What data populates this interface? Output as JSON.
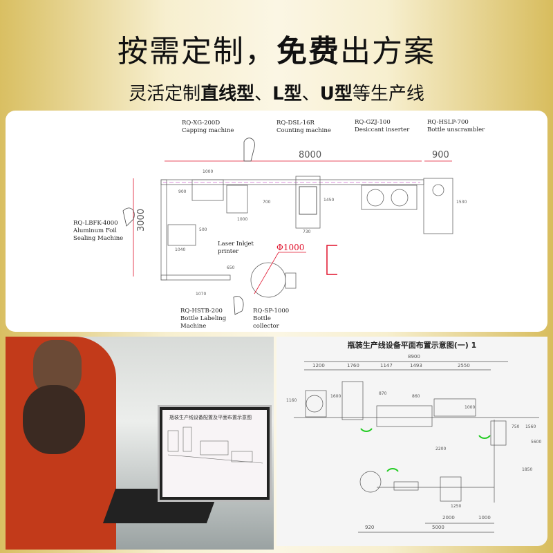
{
  "headline": {
    "part1": "按需定制，",
    "part2": "免费",
    "part3": "出方案"
  },
  "subheadline": {
    "part1": "灵活定制",
    "part2": "直线型",
    "part3": "、",
    "part4": "L型",
    "part5": "、",
    "part6": "U型",
    "part7": "等生产线"
  },
  "layout_drawing": {
    "machines": [
      {
        "model": "RQ-XG-200D",
        "name": "Capping machine"
      },
      {
        "model": "RQ-DSL-16R",
        "name": "Counting machine"
      },
      {
        "model": "RQ-GZJ-100",
        "name": "Desiccant inserter"
      },
      {
        "model": "RQ-HSLP-700",
        "name": "Bottle unscrambler"
      },
      {
        "model": "RQ-LBFK-4000",
        "name": "Aluminum Foil\nSealing Machine"
      },
      {
        "model": "",
        "name": "Laser Inkjet\nprinter"
      },
      {
        "model": "RQ-HSTB-200",
        "name": "Bottle Labeling\nMachine"
      },
      {
        "model": "RQ-SP-1000",
        "name": "Bottle\ncollector"
      }
    ],
    "dimensions": {
      "length": "8000",
      "unscrambler_width": "900",
      "height": "3000",
      "collector_diameter": "Φ1000",
      "d1000a": "1000",
      "d900": "900",
      "d700": "700",
      "d1000b": "1000",
      "d730": "730",
      "d1450": "1450",
      "d1530": "1530",
      "d500": "500",
      "d1040": "1040",
      "d650": "650",
      "d1070": "1070"
    }
  },
  "monitor": {
    "title": "瓶装生产线设备配置及平面布置示意图"
  },
  "plan_drawing": {
    "title": "瓶装生产线设备平面布置示意图(一) 1",
    "top_dims": [
      "8900",
      "1200",
      "1760",
      "1147",
      "1493",
      "2550"
    ],
    "side_dims": [
      "1160",
      "1600",
      "870",
      "860",
      "1000",
      "750",
      "1560",
      "5600",
      "1850",
      "2200",
      "1250"
    ],
    "bottom_dims": [
      "920",
      "5000",
      "2000",
      "1000"
    ]
  },
  "colors": {
    "accent_red": "#e0102a",
    "gold": "#d8bd5e",
    "operator_green": "#22cc22"
  }
}
